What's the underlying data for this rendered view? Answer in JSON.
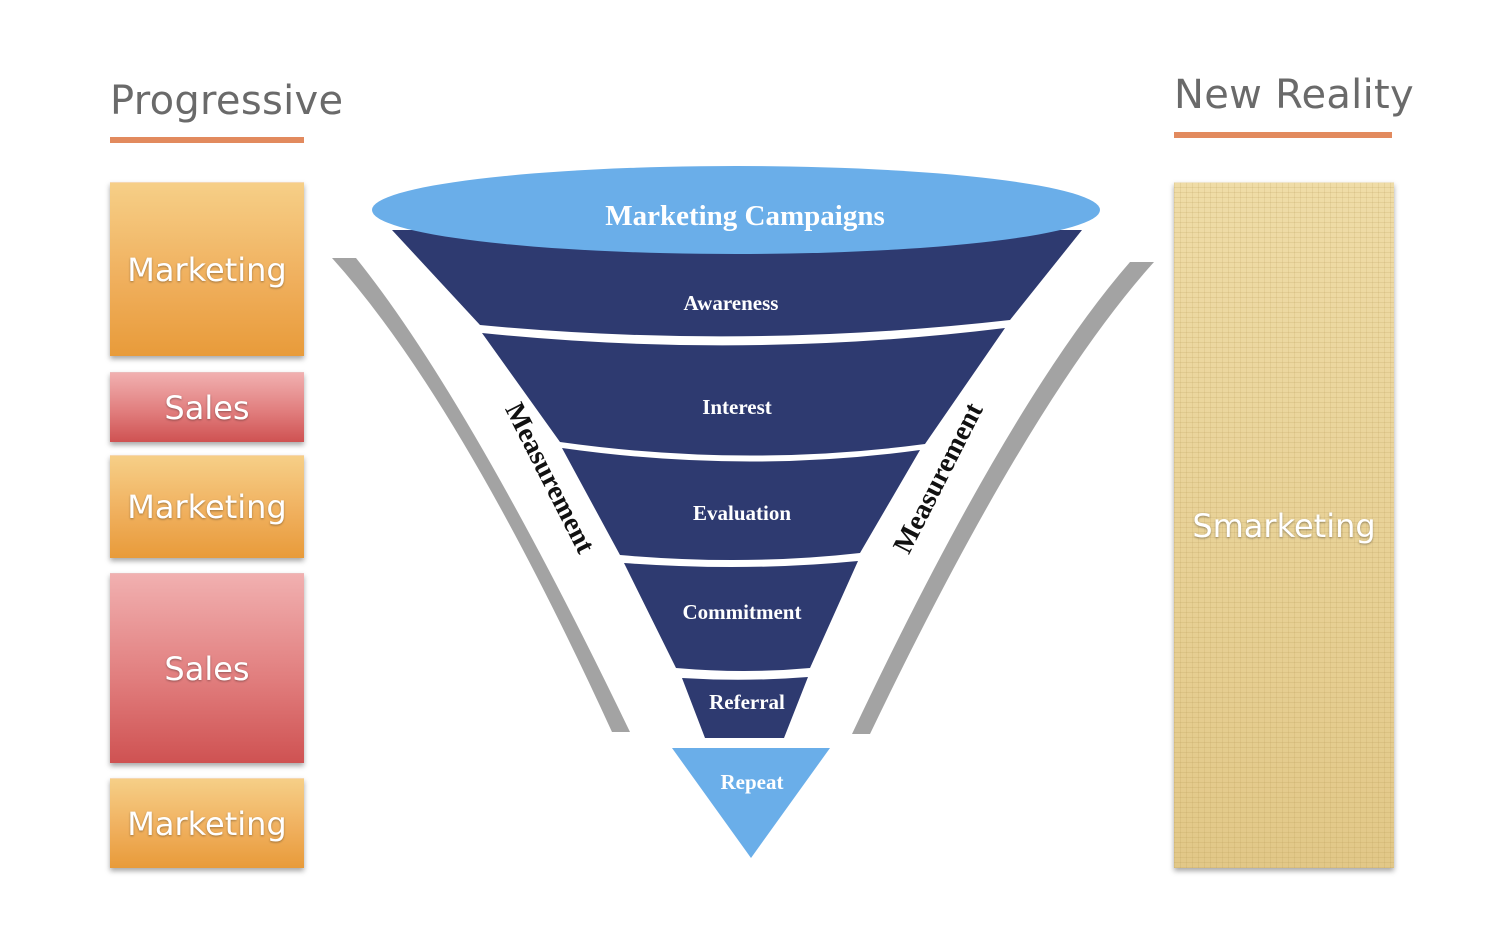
{
  "left": {
    "heading": "Progressive",
    "boxes": [
      {
        "label": "Marketing",
        "kind": "marketing"
      },
      {
        "label": "Sales",
        "kind": "sales"
      },
      {
        "label": "Marketing",
        "kind": "marketing"
      },
      {
        "label": "Sales",
        "kind": "sales"
      },
      {
        "label": "Marketing",
        "kind": "marketing"
      }
    ]
  },
  "right": {
    "heading": "New Reality",
    "box_label": "Smarketing"
  },
  "funnel": {
    "top_label": "Marketing Campaigns",
    "stages": [
      "Awareness",
      "Interest",
      "Evaluation",
      "Commitment",
      "Referral"
    ],
    "bottom_label": "Repeat",
    "measurement_left": "Measurement",
    "measurement_right": "Measurement"
  },
  "colors": {
    "funnel_dark": "#2e3a70",
    "funnel_light": "#6aaee9",
    "arc_gray": "#a3a3a3",
    "heading_underline": "#e28a5e",
    "marketing_orange": "#f0b05e",
    "sales_red": "#e17e7e",
    "smarketing_parchment": "#e9d49a"
  }
}
